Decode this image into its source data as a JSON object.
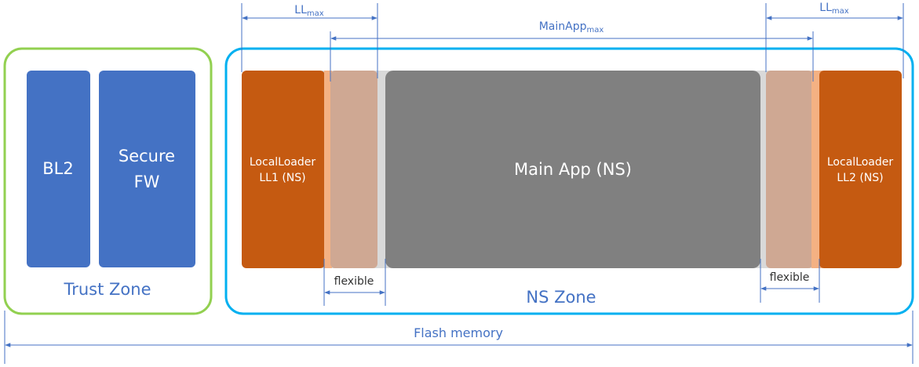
{
  "colors": {
    "trust_border": "#92d050",
    "ns_border": "#00b0f0",
    "secure_block": "#4472c4",
    "local_loader": "#c55a11",
    "flexible_zone": "#cfa893",
    "flexible_edge": "#f4b183",
    "main_app": "#808080",
    "gap": "#d9d9d9",
    "dimension_line": "#4472c4"
  },
  "trust_zone": {
    "label": "Trust Zone",
    "blocks": [
      {
        "label": "BL2"
      },
      {
        "label_line1": "Secure",
        "label_line2": "FW"
      }
    ]
  },
  "ns_zone": {
    "label": "NS Zone",
    "local_loader_1": {
      "line1": "LocalLoader",
      "line2": "LL1 (NS)"
    },
    "main_app": {
      "label": "Main App (NS)"
    },
    "local_loader_2": {
      "line1": "LocalLoader",
      "line2": "LL2 (NS)"
    }
  },
  "dimensions": {
    "ll_max_left": {
      "base": "LL",
      "sub": "max"
    },
    "ll_max_right": {
      "base": "LL",
      "sub": "max"
    },
    "main_app_max": {
      "base": "MainApp",
      "sub": "max"
    },
    "flexible_left": "flexible",
    "flexible_right": "flexible",
    "flash_memory": "Flash memory"
  }
}
